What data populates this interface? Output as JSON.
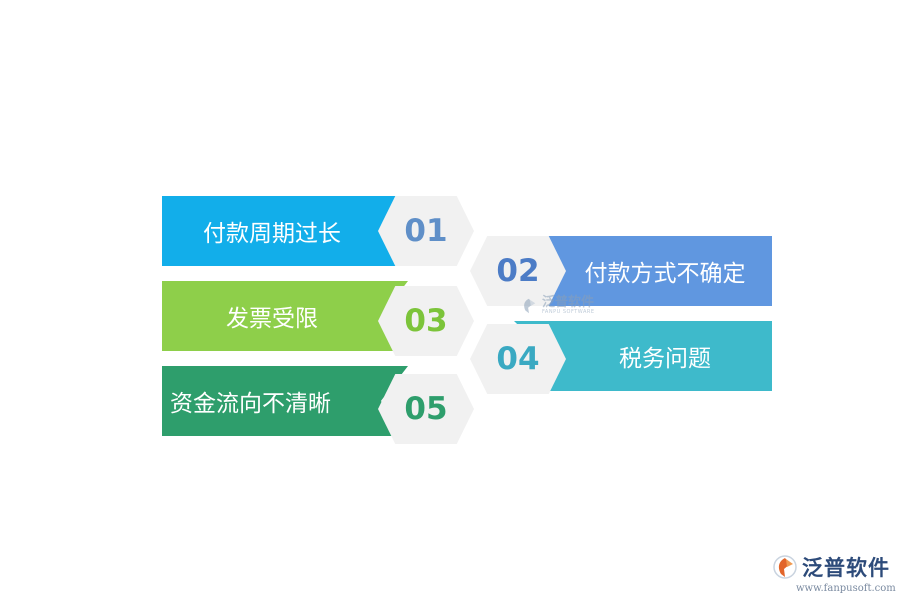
{
  "items": [
    {
      "number": "01",
      "label": "付款周期过长",
      "color": "#12aeea",
      "number_color": "#5f8fc8"
    },
    {
      "number": "02",
      "label": "付款方式不确定",
      "color": "#6097e0",
      "number_color": "#4c7cc6"
    },
    {
      "number": "03",
      "label": "发票受限",
      "color": "#8ecf4a",
      "number_color": "#7cc43a"
    },
    {
      "number": "04",
      "label": "税务问题",
      "color": "#3ebacb",
      "number_color": "#3aa9c2"
    },
    {
      "number": "05",
      "label": "资金流向不清晰",
      "color": "#2e9e6c",
      "number_color": "#2e9e6c"
    }
  ],
  "watermark": {
    "text": "泛普软件",
    "sub": "FANPU SOFTWARE"
  },
  "logo": {
    "text": "泛普软件",
    "url": "www.fanpusoft.com",
    "accent_color": "#e2652a",
    "text_color": "#2d4b7a"
  }
}
